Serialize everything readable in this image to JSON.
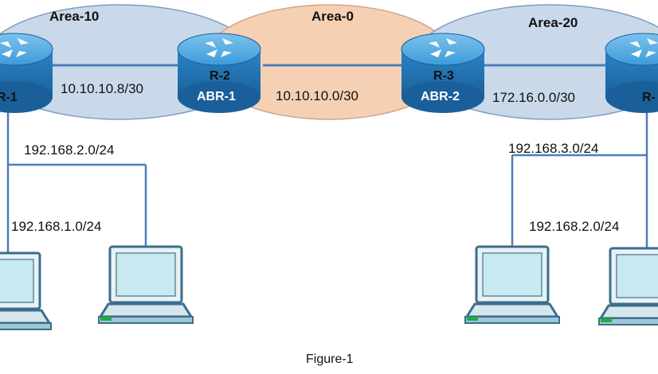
{
  "areas": {
    "area10": "Area-10",
    "area0": "Area-0",
    "area20": "Area-20"
  },
  "routers": {
    "r1": {
      "name": "R-1"
    },
    "r2": {
      "name": "R-2",
      "role": "ABR-1"
    },
    "r3": {
      "name": "R-3",
      "role": "ABR-2"
    },
    "r4": {
      "name": "R-"
    }
  },
  "links": {
    "r1_r2": "10.10.10.8/30",
    "r2_r3": "10.10.10.0/30",
    "r3_r4": "172.16.0.0/30"
  },
  "lans": {
    "left_upper": "192.168.2.0/24",
    "left_lower": "192.168.1.0/24",
    "right_upper": "192.168.3.0/24",
    "right_lower": "192.168.2.0/24"
  },
  "caption": "Figure-1",
  "colors": {
    "area_blue_fill": "#c9d9ea",
    "area_blue_stroke": "#7f9cc0",
    "area_orange_fill": "#f6d0b3",
    "area_orange_stroke": "#cfa58a",
    "router_blue": "#2f8ed0",
    "router_top": "#63b5e8",
    "link_color": "#4a7fb8",
    "laptop_screen": "#c7e9ef"
  }
}
